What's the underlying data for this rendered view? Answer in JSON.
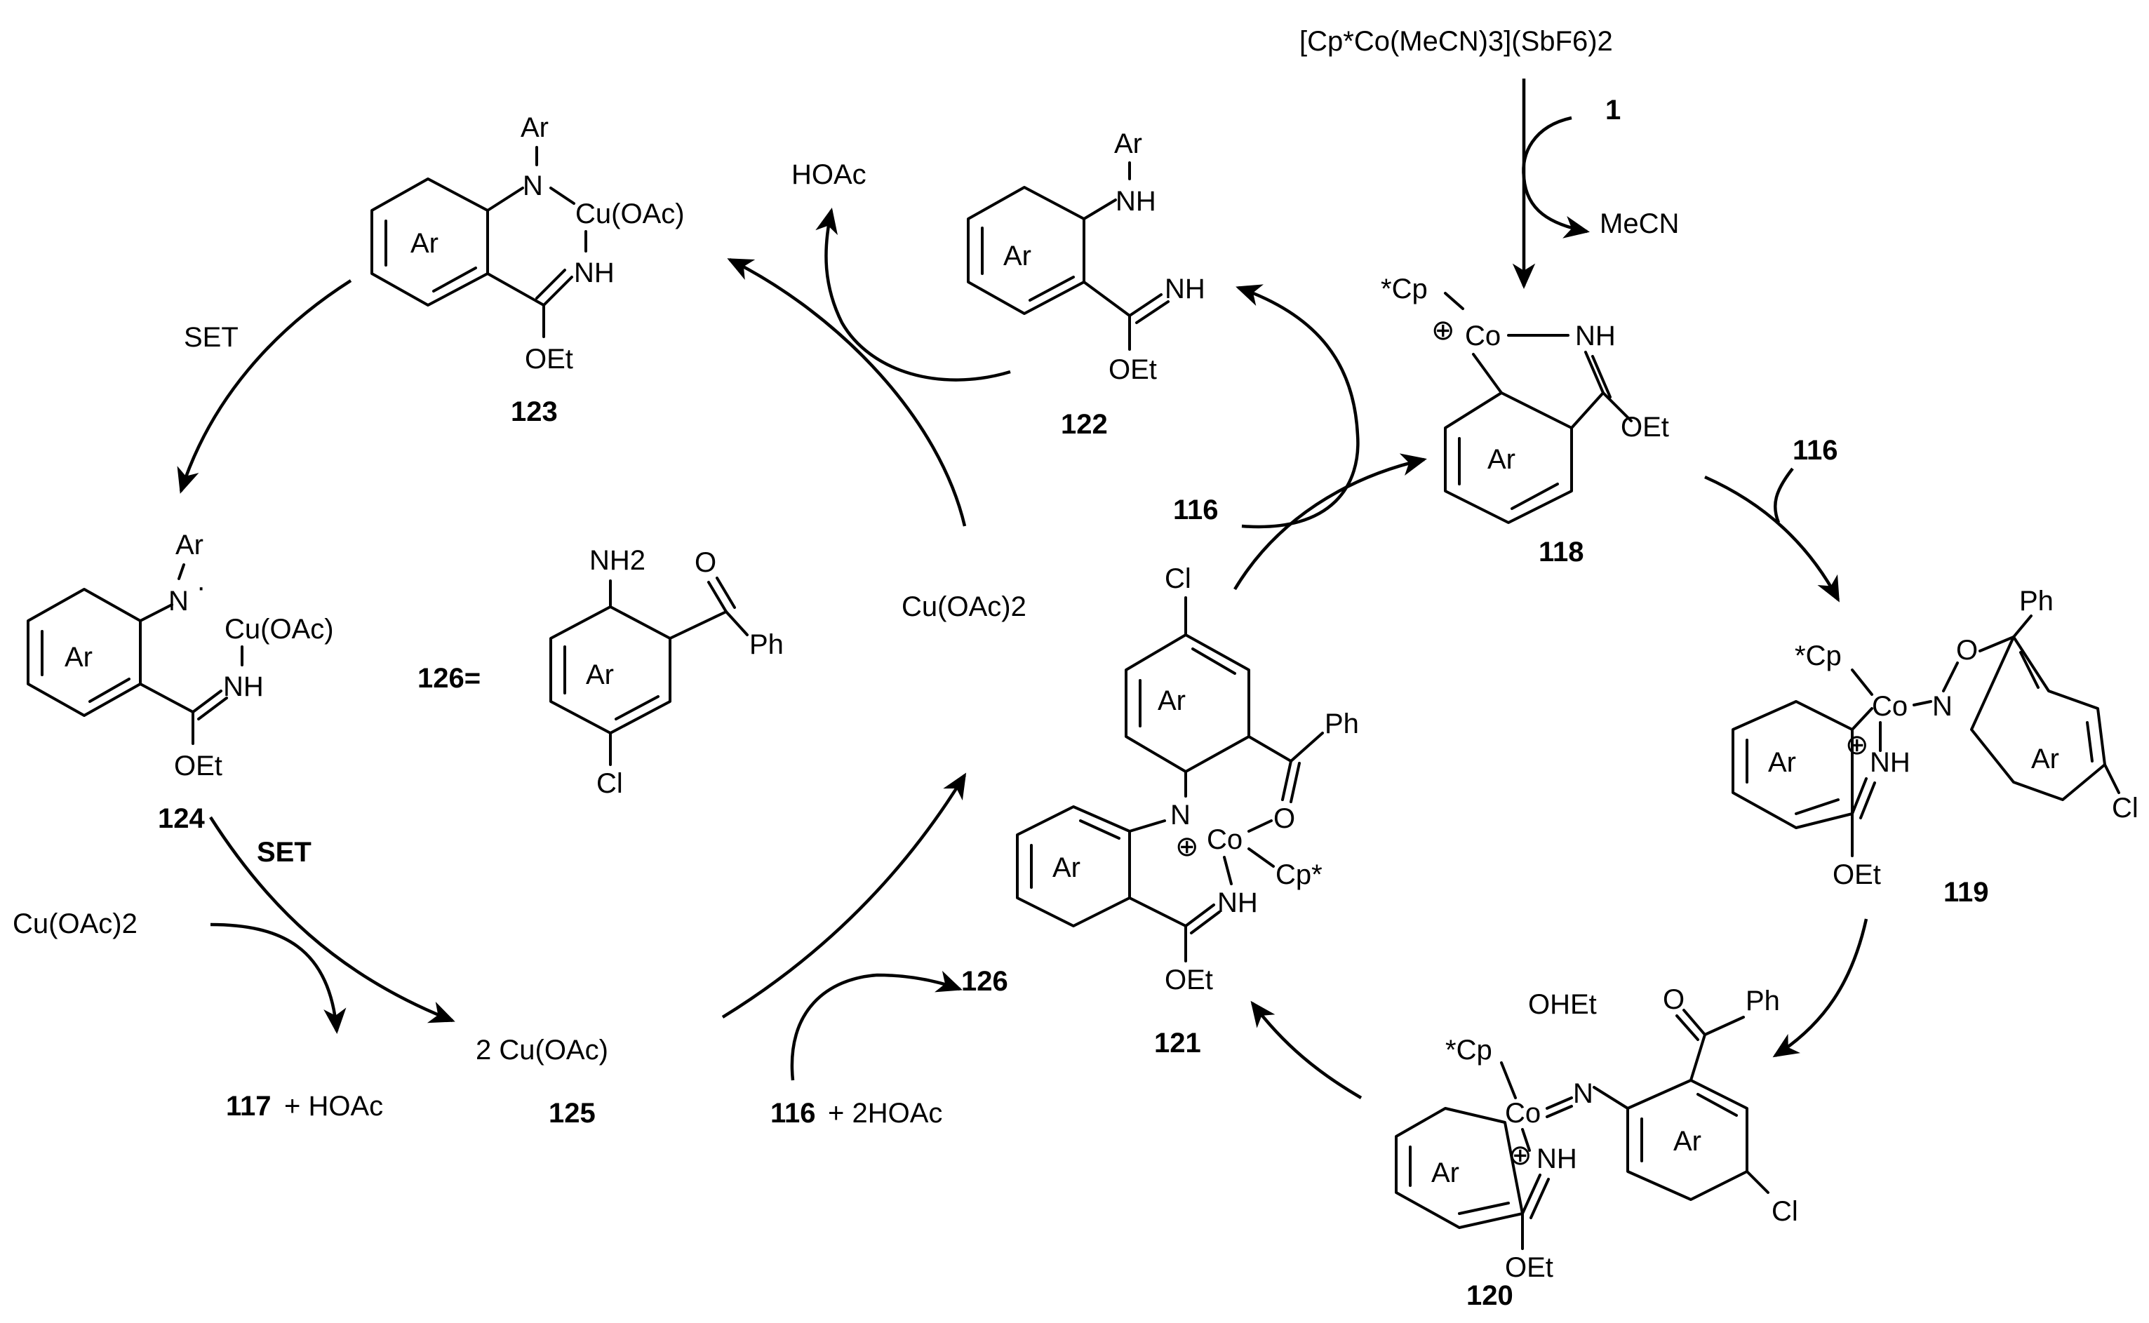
{
  "catalyst": {
    "precursor": "[Cp*Co(MeCN)3](SbF6)2",
    "added": "1",
    "released": "MeCN"
  },
  "compounds": {
    "c118": {
      "id": "118",
      "ligand": "*Cp",
      "metal": "Co",
      "nh": "NH",
      "oet": "OEt",
      "ring": "Ar"
    },
    "c119": {
      "id": "119",
      "ligand": "*Cp",
      "metal": "Co",
      "n": "N",
      "o": "O",
      "ph": "Ph",
      "nh": "NH",
      "oet": "OEt",
      "cl": "Cl",
      "ring": "Ar"
    },
    "c120": {
      "id": "120",
      "ligand": "*Cp",
      "metal": "Co",
      "n": "N",
      "oh": "OHEt",
      "o": "O",
      "ph": "Ph",
      "nh": "NH",
      "oet": "OEt",
      "cl": "Cl",
      "ring": "Ar"
    },
    "c121": {
      "id": "121",
      "ligand": "Cp*",
      "metal": "Co",
      "n": "N",
      "o": "O",
      "ph": "Ph",
      "nh": "NH",
      "oet": "OEt",
      "cl": "Cl",
      "ring": "Ar"
    },
    "c122": {
      "id": "122",
      "ar": "Ar",
      "nh1": "NH",
      "nh2": "NH",
      "oet": "OEt",
      "ring": "Ar"
    },
    "c123": {
      "id": "123",
      "ar": "Ar",
      "n": "N",
      "cu": "Cu(OAc)",
      "nh": "NH",
      "oet": "OEt",
      "ring": "Ar"
    },
    "c124": {
      "id": "124",
      "ar": "Ar",
      "n": "N",
      "cu": "Cu(OAc)",
      "nh": "NH",
      "oet": "OEt",
      "ring": "Ar"
    },
    "c125": {
      "id": "125",
      "label": "2 Cu(OAc)"
    },
    "c126": {
      "label": "126=",
      "nh2": "NH2",
      "o": "O",
      "ph": "Ph",
      "cl": "Cl",
      "ring": "Ar"
    }
  },
  "reagents": {
    "r116_top": "116",
    "r116_right": "116",
    "r116_bottom": "116",
    "two_hoac": "+ 2HOAc",
    "p126": "126",
    "hoac_top": "HOAc",
    "cu_oac2_center": "Cu(OAc)2",
    "cu_oac2_left": "Cu(OAc)2",
    "p117": "117",
    "plus_hoac": "+ HOAc",
    "set1": "SET",
    "set2": "SET"
  }
}
